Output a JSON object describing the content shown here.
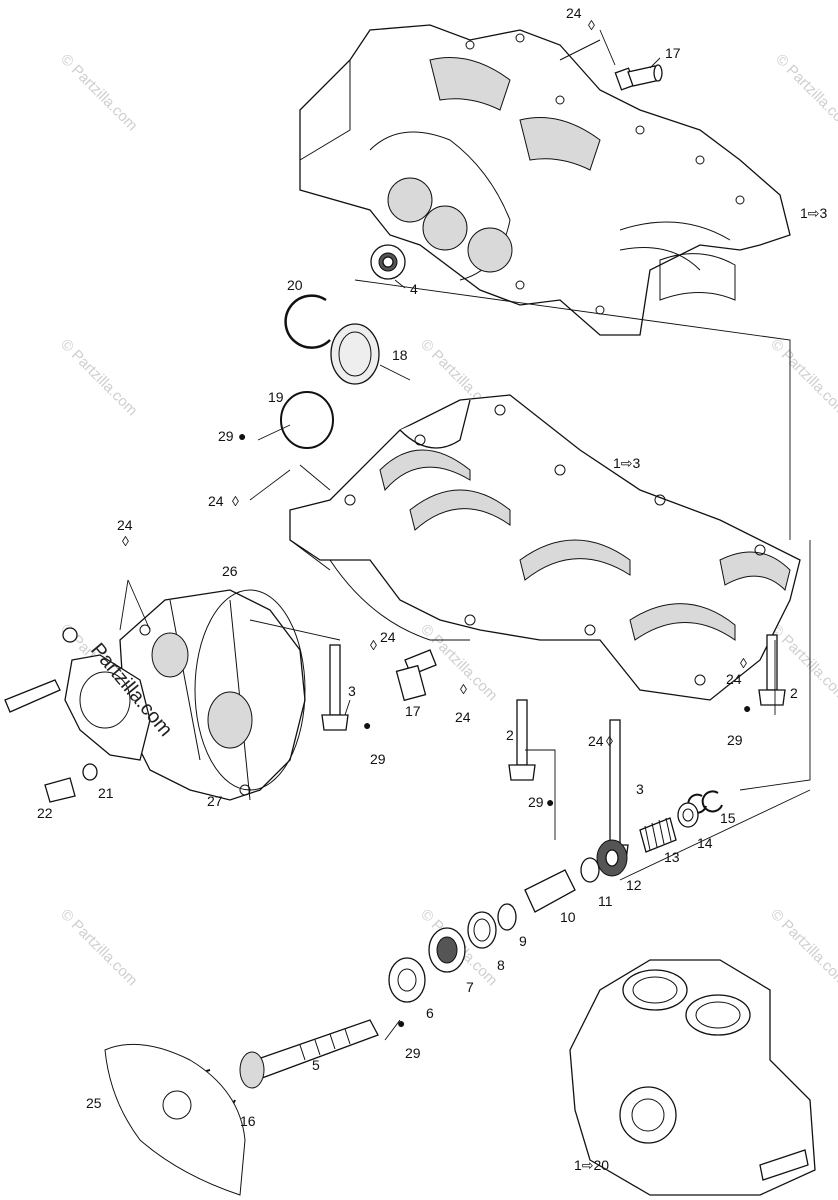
{
  "watermark": {
    "text": "© Partzilla.com",
    "overlay_text": "Partzilla.com"
  },
  "callouts": {
    "c24_top": "24",
    "c17_top": "17",
    "c1_3_top": "1⇨3",
    "c4": "4",
    "c20": "20",
    "c18": "18",
    "c19": "19",
    "c29_left": "29",
    "c1_3_mid": "1⇨3",
    "c24_mid": "24",
    "c24_left": "24",
    "c26": "26",
    "c24_bolt": "24",
    "c3_left": "3",
    "c17_mid": "17",
    "c24_fit": "24",
    "c29_bolt": "29",
    "c24_right": "24",
    "c2_right": "2",
    "c29_right": "29",
    "c2_mid": "2",
    "c24_mid2": "24",
    "c3_mid": "3",
    "c29_mid": "29",
    "c21": "21",
    "c22": "22",
    "c27": "27",
    "c15": "15",
    "c14": "14",
    "c13": "13",
    "c12": "12",
    "c11": "11",
    "c10": "10",
    "c9": "9",
    "c8": "8",
    "c7": "7",
    "c6": "6",
    "c29_shaft": "29",
    "c5": "5",
    "c25": "25",
    "c16": "16",
    "c1_20": "1⇨20"
  }
}
